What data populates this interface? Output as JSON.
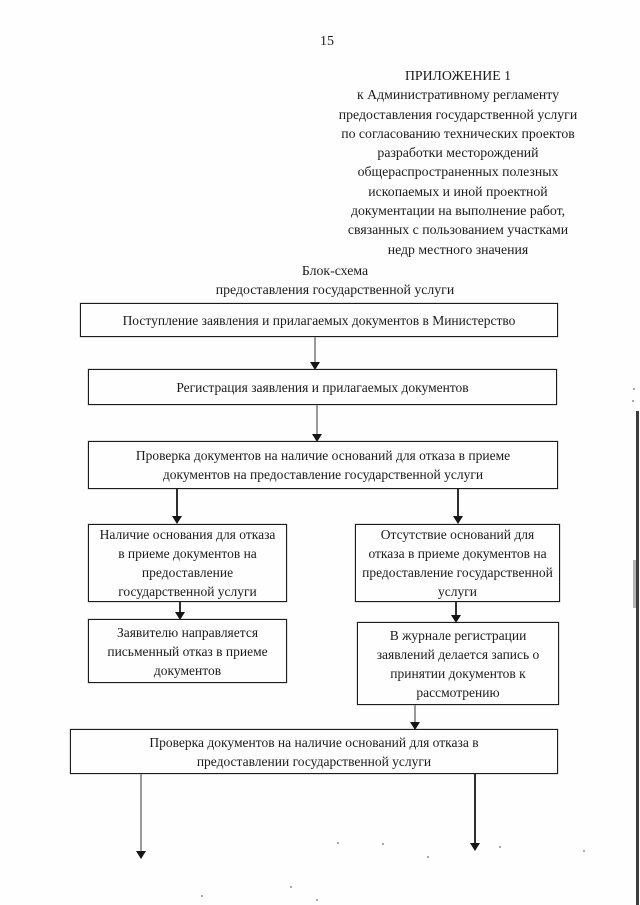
{
  "page": {
    "number": "15"
  },
  "appendix": {
    "lines": [
      "ПРИЛОЖЕНИЕ 1",
      "к Административному регламенту",
      "предоставления государственной услуги",
      "по согласованию технических проектов",
      "разработки месторождений",
      "общераспространенных полезных",
      "ископаемых и иной проектной",
      "документации на выполнение работ,",
      "связанных с пользованием участками",
      "недр местного значения"
    ]
  },
  "flowchart": {
    "title_lines": [
      "Блок-схема",
      "предоставления государственной услуги"
    ],
    "nodes": {
      "intake": "Поступление заявления и прилагаемых документов в Министерство",
      "registration": "Регистрация заявления и прилагаемых документов",
      "check_reception": "Проверка документов на наличие оснований для отказа в приеме документов на предоставление государственной услуги",
      "grounds_present": "Наличие основания для отказа в приеме документов на предоставление государственной услуги",
      "grounds_absent": "Отсутствие оснований для отказа в приеме документов на предоставление государственной услуги",
      "written_refusal": "Заявителю направляется письменный отказ в приеме документов",
      "journal_entry": "В журнале регистрации заявлений делается запись о принятии документов к рассмотрению",
      "check_provision": "Проверка документов на наличие оснований для отказа в предоставлении государственной услуги"
    }
  }
}
